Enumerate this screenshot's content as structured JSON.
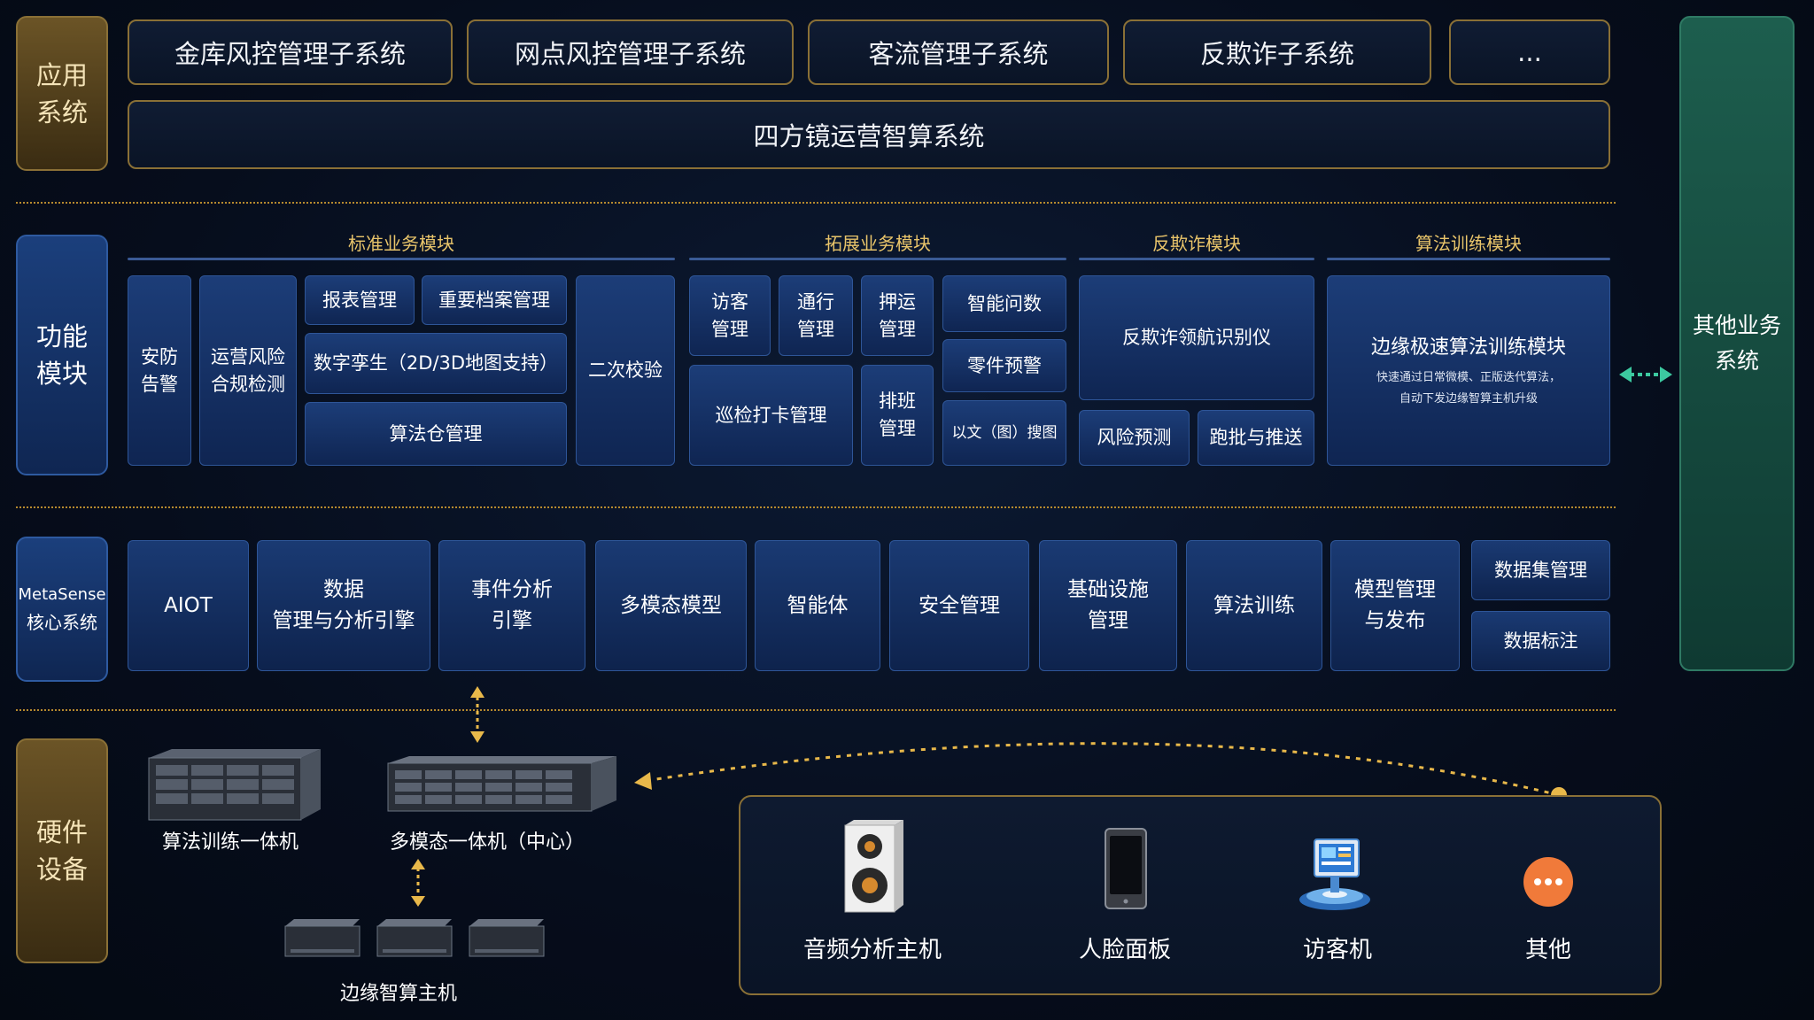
{
  "layers": {
    "application": "应用\n系统",
    "function": "功能\n模块",
    "core_sub": "MetaSense",
    "core_main": "核心系统",
    "hardware": "硬件\n设备"
  },
  "apps": [
    "金库风控管理子系统",
    "网点风控管理子系统",
    "客流管理子系统",
    "反欺诈子系统",
    "..."
  ],
  "platform": "四方镜运营智算系统",
  "categories": {
    "standard": "标准业务模块",
    "extended": "拓展业务模块",
    "antifraud": "反欺诈模块",
    "training": "算法训练模块"
  },
  "modules": {
    "security_alarm": "安防\n告警",
    "risk_compliance": "运营风险\n合规检测",
    "report_mgmt": "报表管理",
    "archive_mgmt": "重要档案管理",
    "digital_twin": "数字孪生（2D/3D地图支持）",
    "algo_repo": "算法仓管理",
    "secondary_check": "二次校验",
    "visitor_mgmt": "访客\n管理",
    "access_mgmt": "通行\n管理",
    "escort_mgmt": "押运\n管理",
    "smart_query": "智能问数",
    "patrol_checkin": "巡检打卡管理",
    "shift_mgmt": "排班\n管理",
    "parts_warning": "零件预警",
    "text_image_search": "以文（图）搜图",
    "antifraud_device": "反欺诈领航识别仪",
    "risk_prediction": "风险预测",
    "batch_push": "跑批与推送",
    "edge_training_title": "边缘极速算法训练模块",
    "edge_training_desc": "快速通过日常微模、正版迭代算法，\n自动下发边缘智算主机升级"
  },
  "other_system": "其他业务\n系统",
  "core_modules": {
    "aiot": "AIOT",
    "data_engine": "数据\n管理与分析引擎",
    "event_engine": "事件分析\n引擎",
    "multimodal": "多模态模型",
    "agent": "智能体",
    "security": "安全管理",
    "infra": "基础设施\n管理",
    "algo_training": "算法训练",
    "model_mgmt": "模型管理\n与发布",
    "dataset_mgmt": "数据集管理",
    "data_labeling": "数据标注"
  },
  "hardware": {
    "training_machine": "算法训练一体机",
    "multimodal_machine": "多模态一体机（中心）",
    "edge_host": "边缘智算主机"
  },
  "devices": [
    {
      "label": "音频分析主机",
      "icon": "speaker-icon"
    },
    {
      "label": "人脸面板",
      "icon": "face-panel-icon"
    },
    {
      "label": "访客机",
      "icon": "visitor-kiosk-icon"
    },
    {
      "label": "其他",
      "icon": "more-icon"
    }
  ],
  "colors": {
    "background": "#060d1c",
    "gold_border": "#8a7036",
    "module_blue": "#1c3d78",
    "category_gold": "#e8c46a",
    "other_system_green": "#1a5a4a",
    "arrow_gold": "#e8b84a",
    "arrow_green": "#3cc9a0",
    "more_orange": "#f07a3a"
  }
}
